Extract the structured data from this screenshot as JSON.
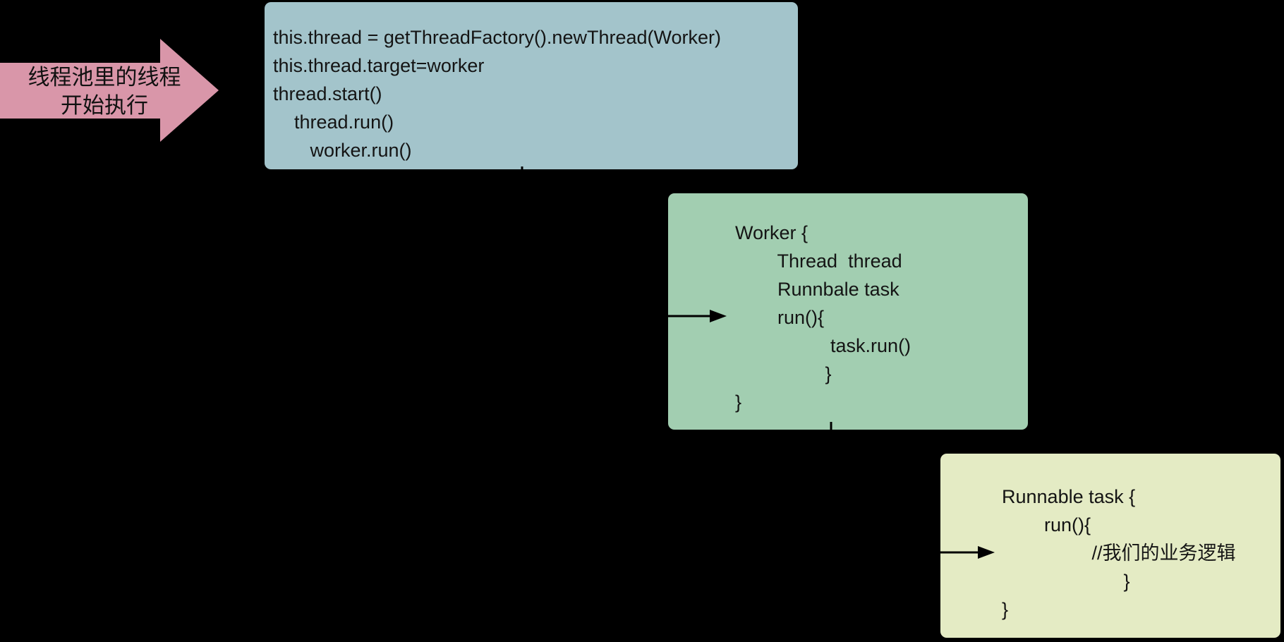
{
  "colors": {
    "bg": "#000000",
    "arrow": "#d996a9",
    "box1": "#a3c4cb",
    "box2": "#a2ceb1",
    "box3": "#e4ebc4",
    "connector": "#000000",
    "text": "#141414"
  },
  "arrow_label": {
    "line1": "线程池里的线程",
    "line2": "开始执行"
  },
  "thread_code": {
    "lines": [
      "this.thread = getThreadFactory().newThread(Worker)",
      "this.thread.target=worker",
      "thread.start()",
      "    thread.run()",
      "       worker.run()"
    ]
  },
  "worker_code": {
    "lines": [
      "Worker {",
      "        Thread  thread",
      "        Runnbale task",
      "        run(){",
      "                  task.run()",
      "                 }",
      "}"
    ]
  },
  "task_code": {
    "lines": [
      "Runnable task {",
      "        run(){",
      "                 //我们的业务逻辑",
      "                       }",
      "}"
    ]
  }
}
